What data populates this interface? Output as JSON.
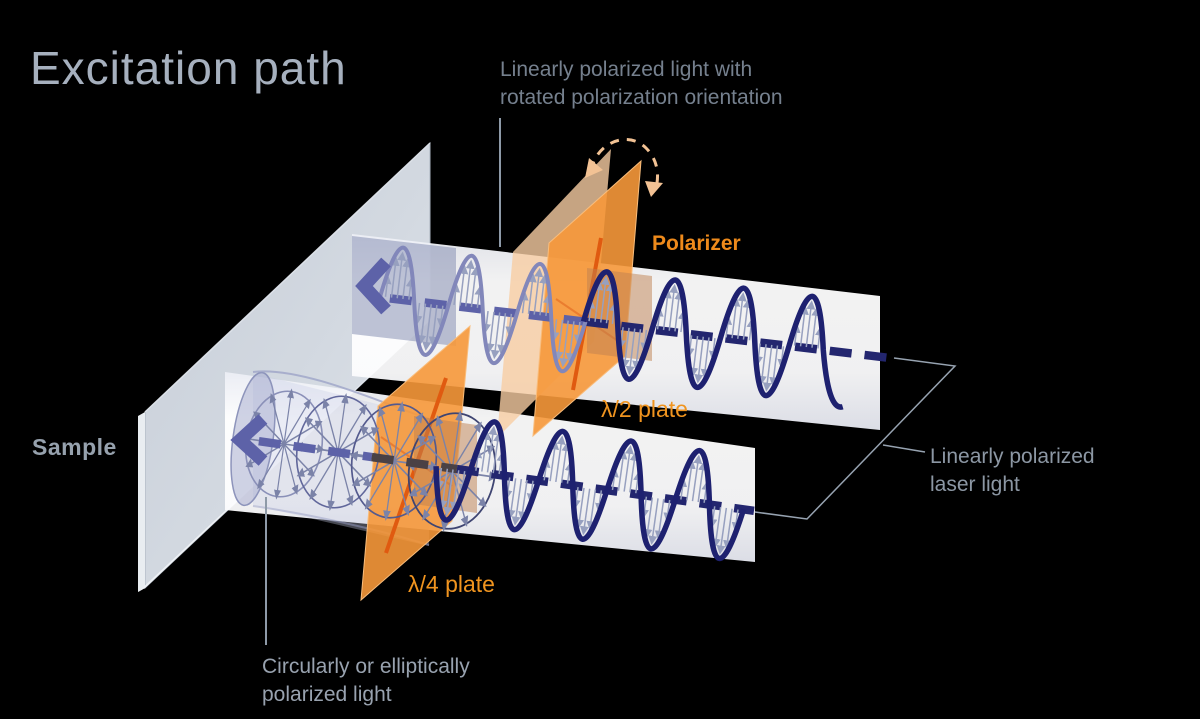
{
  "title": "Excitation path",
  "labels": {
    "rotated_light": {
      "line1": "Linearly polarized light with",
      "line2": "rotated polarization orientation"
    },
    "polarizer": "Polarizer",
    "half_wave_plate": "λ/2 plate",
    "quarter_wave_plate": "λ/4 plate",
    "sample": "Sample",
    "laser_light": {
      "line1": "Linearly polarized",
      "line2": "laser light"
    },
    "circular_light": {
      "line1": "Circularly or elliptically",
      "line2": "polarized light"
    }
  },
  "colors": {
    "background": "#000000",
    "title_gray": "#a6b0be",
    "label_gray": "#8c97a4",
    "orange_label": "#ee8a1b",
    "orange_plate": "#f6983a",
    "orange_axis_line": "#e05a10",
    "peach_ghost": "#f7cda2",
    "navy_wave": "#1e2170",
    "periwinkle": "#5d62a8",
    "sample_plate": "#d3d9e1",
    "beam_band": "#ffffff"
  }
}
